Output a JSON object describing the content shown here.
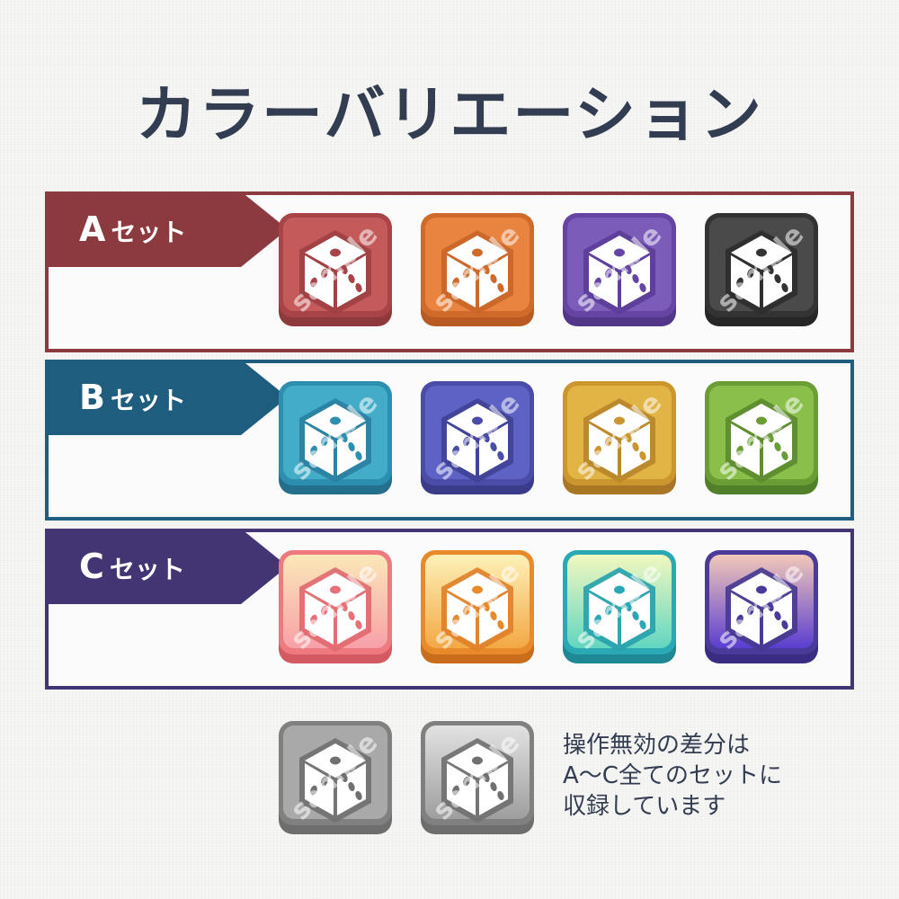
{
  "title": "カラーバリエーション",
  "sets": [
    {
      "letter": "A",
      "suffix": "セット",
      "frame_color": "#8b3a40",
      "icons": [
        {
          "name": "red",
          "face": "#c45a5a",
          "edge": "#a84447",
          "lip": "#8e3a3d",
          "hex": "#9e3f42",
          "pip": "#a84447",
          "gradient": null
        },
        {
          "name": "orange",
          "face": "#e8843f",
          "edge": "#d06a2a",
          "lip": "#b85a22",
          "hex": "#c96528",
          "pip": "#d06a2a",
          "gradient": null
        },
        {
          "name": "purple",
          "face": "#7b5cb8",
          "edge": "#6544a4",
          "lip": "#52368a",
          "hex": "#5b3c98",
          "pip": "#6544a4",
          "gradient": null
        },
        {
          "name": "black",
          "face": "#4a4a4a",
          "edge": "#333333",
          "lip": "#262626",
          "hex": "#2c2c2c",
          "pip": "#333333",
          "gradient": null
        }
      ]
    },
    {
      "letter": "B",
      "suffix": "セット",
      "frame_color": "#1f5d7e",
      "icons": [
        {
          "name": "cyan",
          "face": "#43adc8",
          "edge": "#2d8fb0",
          "lip": "#236f8c",
          "hex": "#2a7e9e",
          "pip": "#2d8fb0",
          "gradient": null
        },
        {
          "name": "indigo",
          "face": "#5e62c4",
          "edge": "#4a4ca8",
          "lip": "#3a3c8a",
          "hex": "#3f4196",
          "pip": "#4a4ca8",
          "gradient": null
        },
        {
          "name": "gold",
          "face": "#e0b445",
          "edge": "#cc962e",
          "lip": "#a87624",
          "hex": "#b8852a",
          "pip": "#cc962e",
          "gradient": null
        },
        {
          "name": "green",
          "face": "#8abf4a",
          "edge": "#6a9e34",
          "lip": "#52802a",
          "hex": "#5a8a2e",
          "pip": "#6a9e34",
          "gradient": null
        }
      ]
    },
    {
      "letter": "C",
      "suffix": "セット",
      "frame_color": "#433574",
      "icons": [
        {
          "name": "pink-gradient",
          "face": "#f59aa0",
          "edge": "#ee7a80",
          "lip": "#d35a62",
          "hex": "#e0686e",
          "pip": "#e8707a",
          "gradient": [
            "#fbe8b8",
            "#f8a0a8"
          ]
        },
        {
          "name": "orange-gradient",
          "face": "#f2b050",
          "edge": "#e8892a",
          "lip": "#c96c1c",
          "hex": "#e07f28",
          "pip": "#e8892a",
          "gradient": [
            "#fdf1b8",
            "#f2a844"
          ]
        },
        {
          "name": "teal-gradient",
          "face": "#78dcc6",
          "edge": "#2aa8b4",
          "lip": "#1e8894",
          "hex": "#26a0ac",
          "pip": "#2aa8b4",
          "gradient": [
            "#f2f8c0",
            "#62d6c0"
          ]
        },
        {
          "name": "violet-gradient",
          "face": "#6a4ac4",
          "edge": "#4a3a9a",
          "lip": "#3a2c80",
          "hex": "#463890",
          "pip": "#4a3a9a",
          "gradient": [
            "#f2c8b8",
            "#5a3ed0"
          ]
        }
      ]
    }
  ],
  "disabled_icons": [
    {
      "name": "gray-flat",
      "face": "#a9a9a9",
      "edge": "#808080",
      "lip": "#6e6e6e",
      "hex": "#6f6f6f",
      "pip": "#707070",
      "gradient": null
    },
    {
      "name": "gray-gradient",
      "face": "#b8b8b8",
      "edge": "#808080",
      "lip": "#6e6e6e",
      "hex": "#6f6f6f",
      "pip": "#707070",
      "gradient": [
        "#e2e2e2",
        "#9e9e9e"
      ]
    }
  ],
  "watermark": "sample",
  "note": {
    "lines": [
      "操作無効の差分は",
      "A〜C全てのセットに",
      "収録しています"
    ]
  },
  "colors": {
    "title": "#333d52",
    "background": "#f3f3f2",
    "frame_bg": "#fbfbfb"
  }
}
